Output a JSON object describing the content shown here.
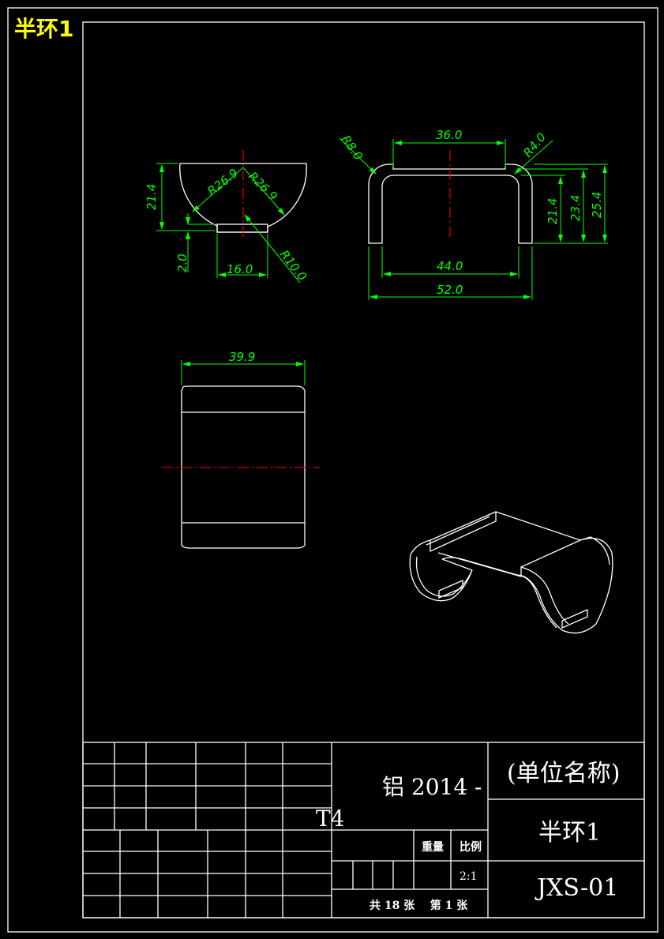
{
  "title": "半环1",
  "dims": {
    "d21_4_left": "21.4",
    "d2_0": "2.0",
    "d16_0": "16.0",
    "r26_9_a": "R26.9",
    "r26_9_b": "R26.9",
    "r10_0": "R10.0",
    "r8_0": "R8.0",
    "d36_0": "36.0",
    "r4_0": "R4.0",
    "d21_4_right": "21.4",
    "d23_4": "23.4",
    "d25_4": "25.4",
    "d44_0": "44.0",
    "d52_0": "52.0",
    "d39_9": "39.9"
  },
  "title_block": {
    "material_line1": "铝 2014 -",
    "material_line2": "T4",
    "company": "(单位名称)",
    "part_name": "半环1",
    "weight_label": "重量",
    "scale_label": "比例",
    "scale_value": "2:1",
    "sheets": "共 18 张    第 1 张",
    "drawing_no": "JXS-01"
  },
  "colors": {
    "dimension": "#00ff00",
    "centerline": "#ff0000",
    "outline": "#ffffff",
    "title": "#ffff00"
  }
}
